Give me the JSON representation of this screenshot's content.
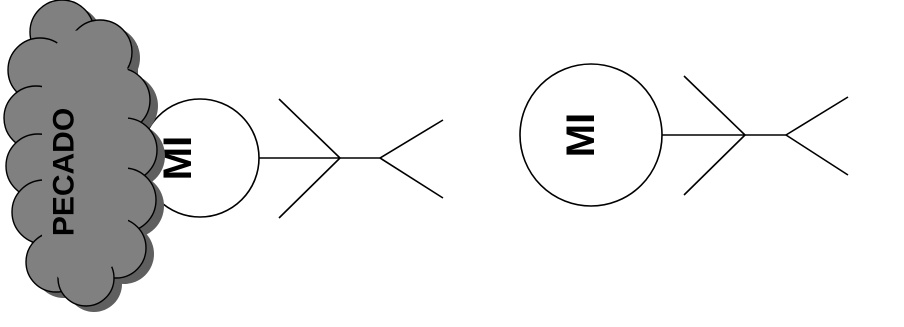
{
  "diagram": {
    "left_figure": {
      "circle_label": "MI",
      "cloud_label": "PECADO"
    },
    "right_figure": {
      "circle_label": "MI"
    }
  },
  "colors": {
    "cloud_fill": "#808080",
    "cloud_shadow": "#5f5f5f",
    "stroke": "#000000",
    "background": "#ffffff"
  }
}
